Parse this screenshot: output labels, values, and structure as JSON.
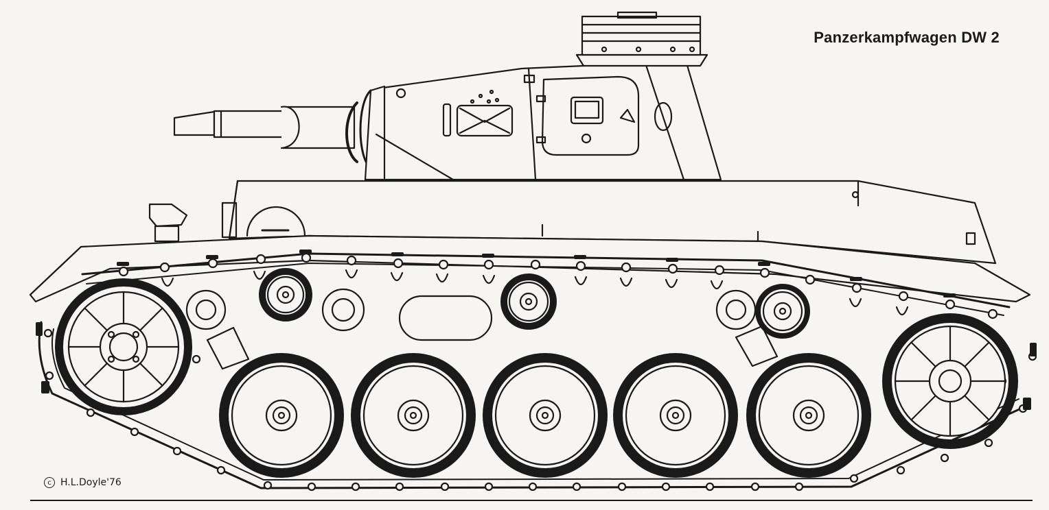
{
  "title": "Panzerkampfwagen DW 2",
  "credit": {
    "symbol": "c",
    "text": "H.L.Doyle'76"
  },
  "colors": {
    "ink": "#1a1a1a",
    "paper": "#f7f5f1"
  },
  "counts": {
    "road_wheels": 5,
    "return_rollers": 3
  }
}
